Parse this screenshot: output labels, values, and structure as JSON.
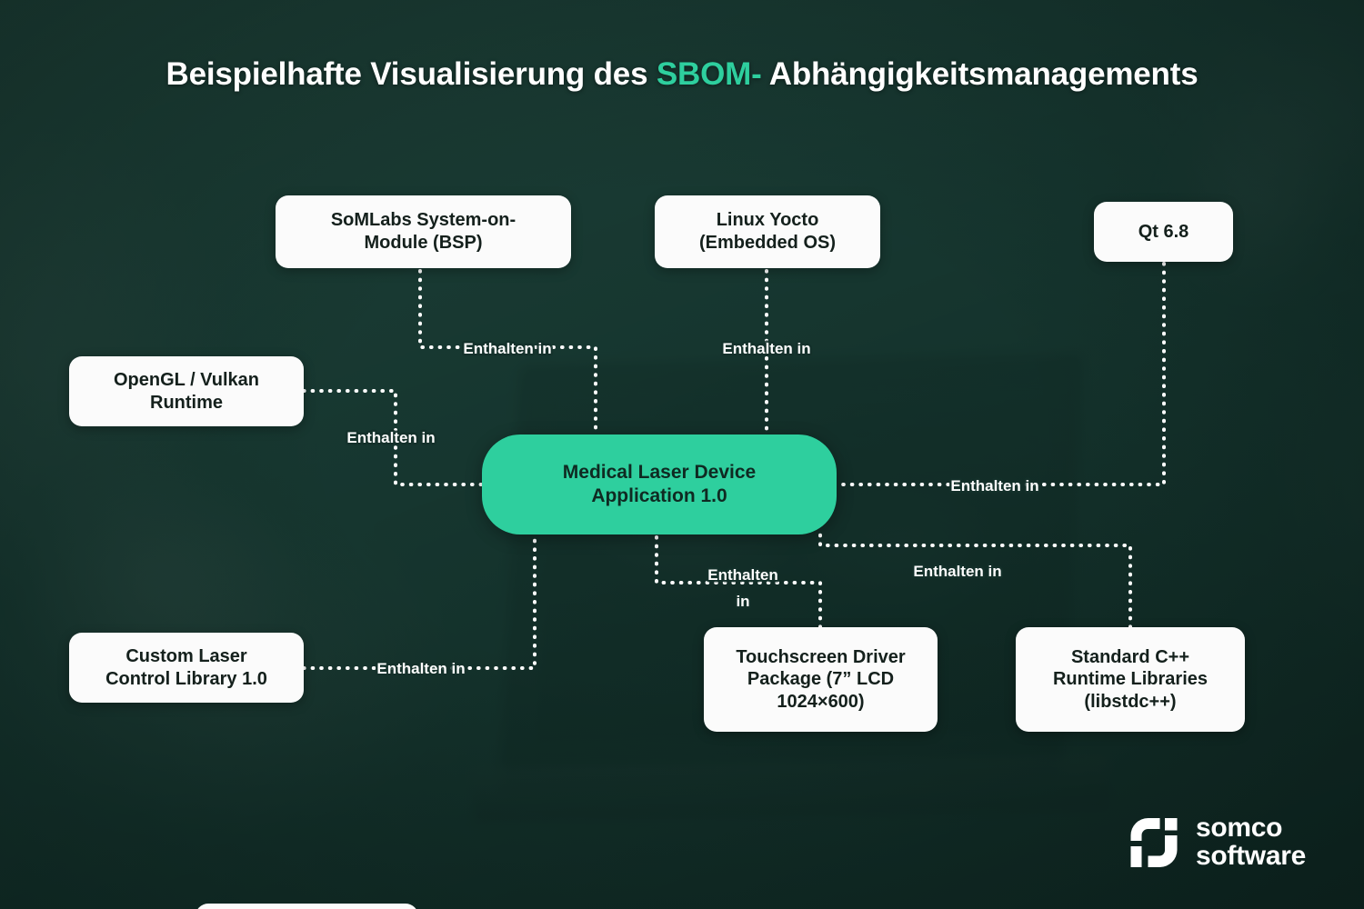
{
  "title": {
    "before": "Beispielhafte Visualisierung des ",
    "accent": "SBOM-",
    "after": " Abhängigkeitsmanagements"
  },
  "colors": {
    "accent_green": "#2ecf9e",
    "background_teal": "#1d3c34",
    "node_white": "#fbfbfb",
    "node_text": "#14201c",
    "edge_white": "#ffffff"
  },
  "diagram": {
    "central_node": {
      "id": "medical-laser-device-application",
      "label": "Medical Laser Device Application 1.0",
      "line1": "Medical Laser Device",
      "line2": "Application 1.0"
    },
    "nodes": [
      {
        "id": "somlabs-system-on-module",
        "label": "SoMLabs System-on-Module (BSP)",
        "line1": "SoMLabs System-on-",
        "line2": "Module (BSP)"
      },
      {
        "id": "linux-yocto",
        "label": "Linux Yocto (Embedded OS)",
        "line1": "Linux Yocto",
        "line2": "(Embedded OS)"
      },
      {
        "id": "qt",
        "label": "Qt 6.8",
        "line1": "Qt 6.8",
        "line2": ""
      },
      {
        "id": "opengl-vulkan-runtime",
        "label": "OpenGL / Vulkan Runtime",
        "line1": "OpenGL / Vulkan",
        "line2": "Runtime"
      },
      {
        "id": "custom-laser-control-library",
        "label": "Custom Laser Control Library 1.0",
        "line1": "Custom Laser",
        "line2": "Control Library 1.0"
      },
      {
        "id": "touchscreen-driver-package",
        "label": "Touchscreen Driver Package (7” LCD 1024×600)",
        "line1": "Touchscreen Driver",
        "line2": "Package (7” LCD",
        "line3": "1024×600)"
      },
      {
        "id": "standard-cpp-runtime-libraries",
        "label": "Standard C++ Runtime Libraries (libstdc++)",
        "line1": "Standard C++",
        "line2": "Runtime Libraries",
        "line3": "(libstdc++)"
      }
    ],
    "edges": [
      {
        "id": "edge-somlabs",
        "from": "somlabs-system-on-module",
        "to": "medical-laser-device-application",
        "label": "Enthalten in"
      },
      {
        "id": "edge-linux-yocto",
        "from": "linux-yocto",
        "to": "medical-laser-device-application",
        "label": "Enthalten in"
      },
      {
        "id": "edge-qt",
        "from": "qt",
        "to": "medical-laser-device-application",
        "label": "Enthalten in"
      },
      {
        "id": "edge-opengl",
        "from": "opengl-vulkan-runtime",
        "to": "medical-laser-device-application",
        "label": "Enthalten in"
      },
      {
        "id": "edge-custom-laser",
        "from": "custom-laser-control-library",
        "to": "medical-laser-device-application",
        "label": "Enthalten in"
      },
      {
        "id": "edge-touchscreen",
        "from": "touchscreen-driver-package",
        "to": "medical-laser-device-application",
        "label_line1": "Enthalten",
        "label_line2": "in"
      },
      {
        "id": "edge-stdcpp",
        "from": "standard-cpp-runtime-libraries",
        "to": "medical-laser-device-application",
        "label": "Enthalten in"
      }
    ]
  },
  "logo": {
    "line1": "somco",
    "line2": "software"
  }
}
